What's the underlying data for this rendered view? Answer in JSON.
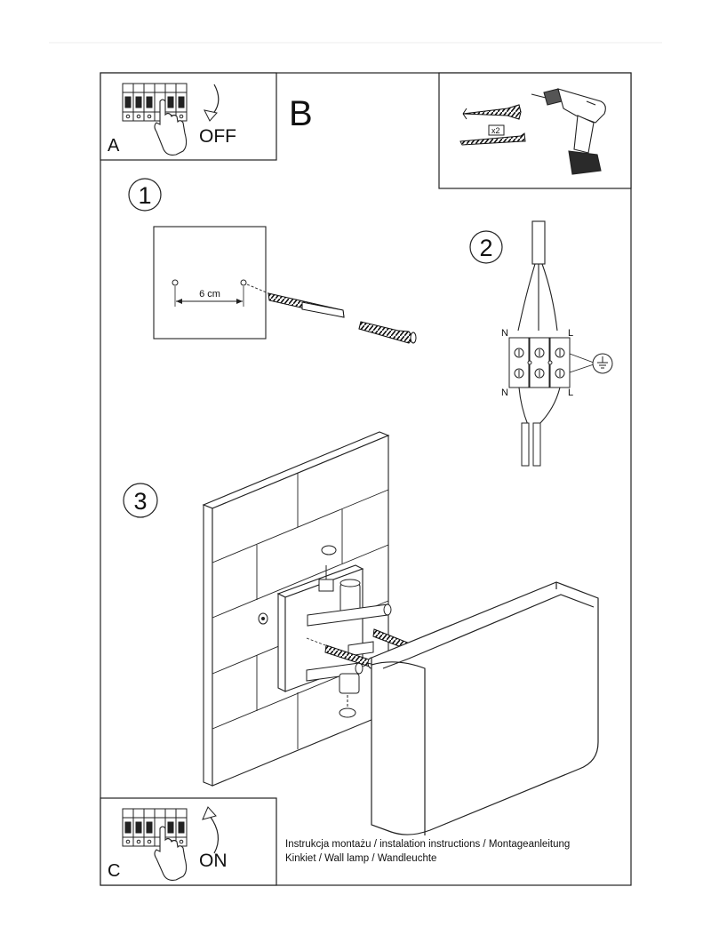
{
  "page": {
    "section_letter": "B",
    "step_labels": [
      "1",
      "2",
      "3"
    ]
  },
  "panel_off": {
    "letter": "A",
    "action": "OFF"
  },
  "panel_on": {
    "letter": "C",
    "action": "ON"
  },
  "tools": {
    "multiplier": "x2"
  },
  "step1": {
    "distance": "6 cm"
  },
  "step2": {
    "top_left": "N",
    "top_right": "L",
    "bottom_left": "N",
    "bottom_right": "L"
  },
  "footer": {
    "line1": "Instrukcja montażu / instalation instructions / Montageanleitung",
    "line2": "Kinkiet / Wall lamp / Wandleuchte"
  }
}
